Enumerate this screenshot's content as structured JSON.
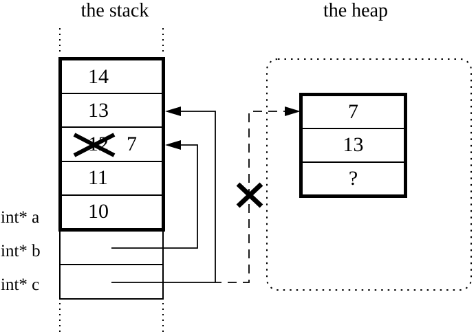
{
  "titles": {
    "stack": "the stack",
    "heap": "the heap"
  },
  "stack": {
    "cells": [
      {
        "value": "14",
        "crossed": false
      },
      {
        "value": "13",
        "crossed": false
      },
      {
        "value": "12",
        "crossed": true,
        "overwrite": "7"
      },
      {
        "value": "11",
        "crossed": false
      },
      {
        "value": "10",
        "crossed": false
      }
    ],
    "pointer_labels": [
      {
        "label": "int* a"
      },
      {
        "label": "int* b"
      },
      {
        "label": "int* c"
      }
    ]
  },
  "heap": {
    "cells": [
      {
        "value": "7"
      },
      {
        "value": "13"
      },
      {
        "value": "?"
      }
    ]
  },
  "colors": {
    "ink": "#000000",
    "background": "#ffffff"
  }
}
